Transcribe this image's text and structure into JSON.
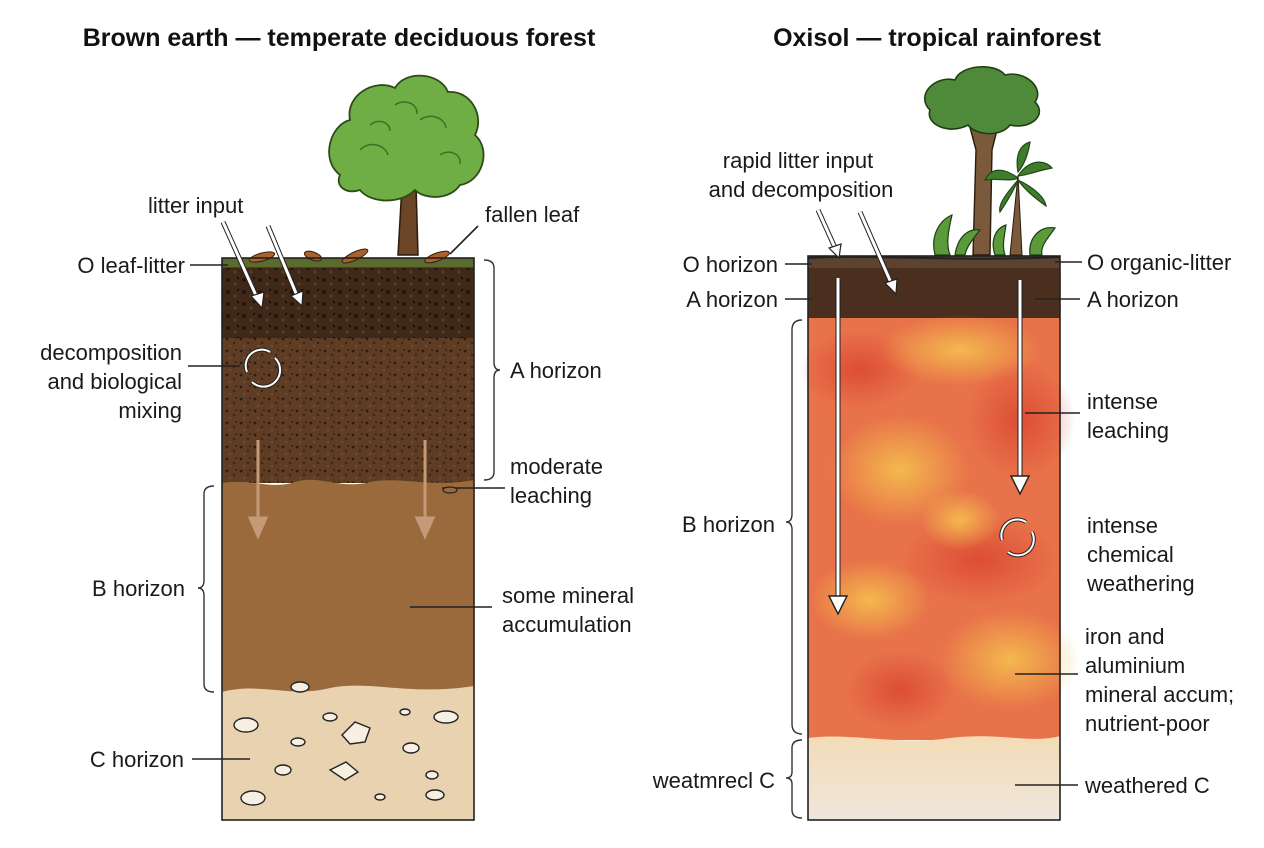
{
  "left": {
    "title": "Brown earth — temperate deciduous forest",
    "labels": {
      "litter_input": "litter input",
      "fallen_leaf": "fallen leaf",
      "o_leaf_litter": "O leaf-litter",
      "decomp_1": "decomposition",
      "decomp_2": "and biological",
      "decomp_3": "mixing",
      "a_horizon": "A horizon",
      "moderate_1": "moderate",
      "moderate_2": "leaching",
      "b_horizon": "B horizon",
      "some_mineral_1": "some mineral",
      "some_mineral_2": "accumulation",
      "c_horizon": "C horizon"
    },
    "colors": {
      "litter": "#5b6b2e",
      "a_horizon": "#5a3b22",
      "b_horizon": "#9b6a3c",
      "c_horizon": "#e8d2b0"
    }
  },
  "right": {
    "title": "Oxisol — tropical rainforest",
    "labels": {
      "rapid_1": "rapid litter input",
      "rapid_2": "and decomposition",
      "o_horizon": "O horizon",
      "o_organic_litter": "O organic-litter",
      "a_horizon_left": "A horizon",
      "a_horizon_right": "A horizon",
      "intense_leach_1": "intense",
      "intense_leach_2": "leaching",
      "b_horizon": "B horizon",
      "intense_chem_1": "intense",
      "intense_chem_2": "chemical",
      "intense_chem_3": "weathering",
      "iron_1": "iron and",
      "iron_2": "aluminium",
      "iron_3": "mineral accum;",
      "iron_4": "nutrient-poor",
      "weathered_c_left": "weatmrecl C",
      "weathered_c_right": "weathered C"
    },
    "colors": {
      "a_horizon": "#4a2e1e",
      "b_horizon": "#e8734a",
      "b_highlight": "#f2b64a",
      "c_horizon": "#f1e3cf"
    }
  }
}
